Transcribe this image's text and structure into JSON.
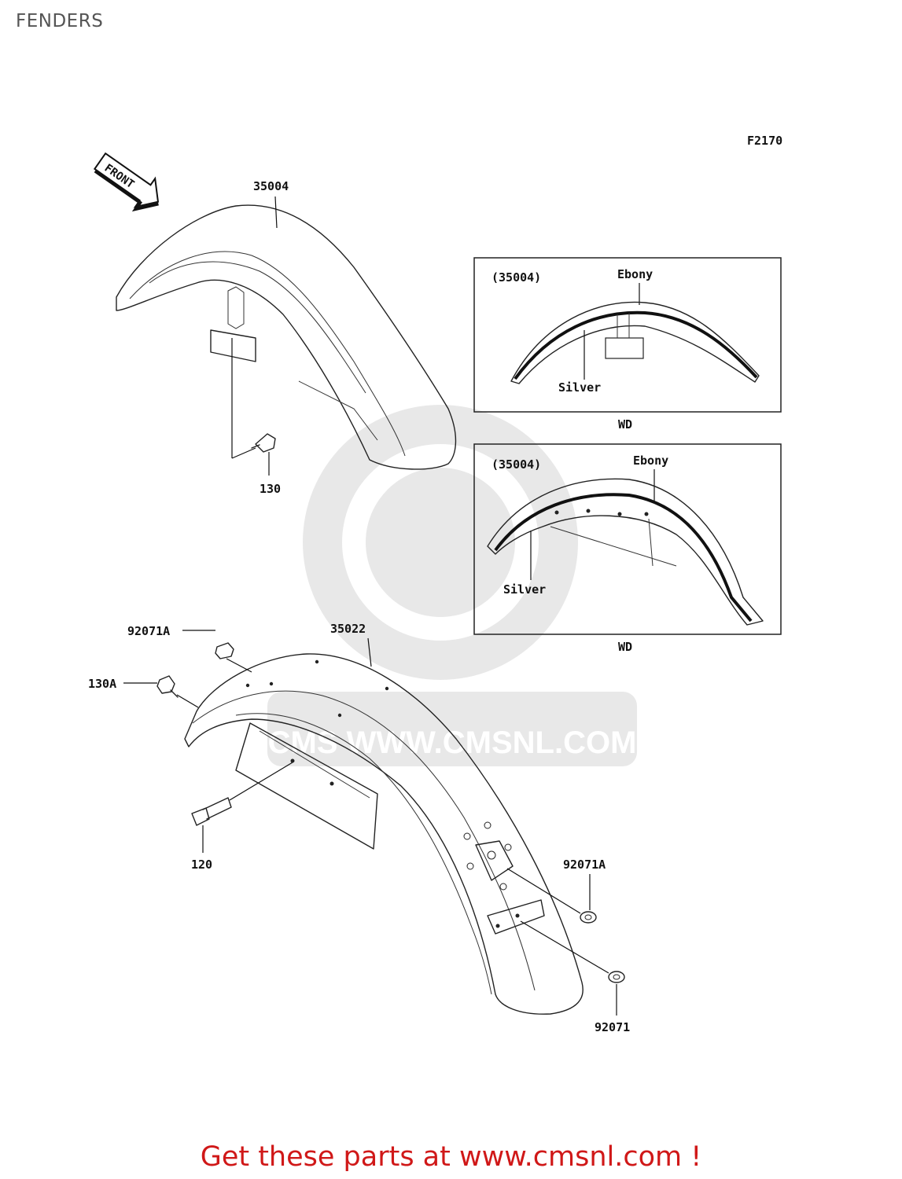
{
  "header": {
    "title": "FENDERS"
  },
  "diagram": {
    "figure_code": "F2170",
    "front_arrow": "FRONT",
    "watermark": "CMS WWW.CMSNL.COM",
    "callouts": {
      "front_fender": "35004",
      "front_bolt": "130",
      "rear_fender": "35022",
      "rear_nut_top": "92071A",
      "rear_bolt_top": "130A",
      "rear_bolt": "120",
      "rear_nut_right": "92071A",
      "rear_nut_bottom": "92071"
    },
    "inset_top": {
      "part": "(35004)",
      "label_top": "Ebony",
      "label_bottom": "Silver",
      "caption": "WD"
    },
    "inset_bottom": {
      "part": "(35004)",
      "label_top": "Ebony",
      "label_bottom": "Silver",
      "caption": "WD"
    }
  },
  "footer": {
    "cta": "Get these parts at www.cmsnl.com !"
  },
  "colors": {
    "cta": "#d01818",
    "title": "#555555",
    "line": "#222222"
  }
}
